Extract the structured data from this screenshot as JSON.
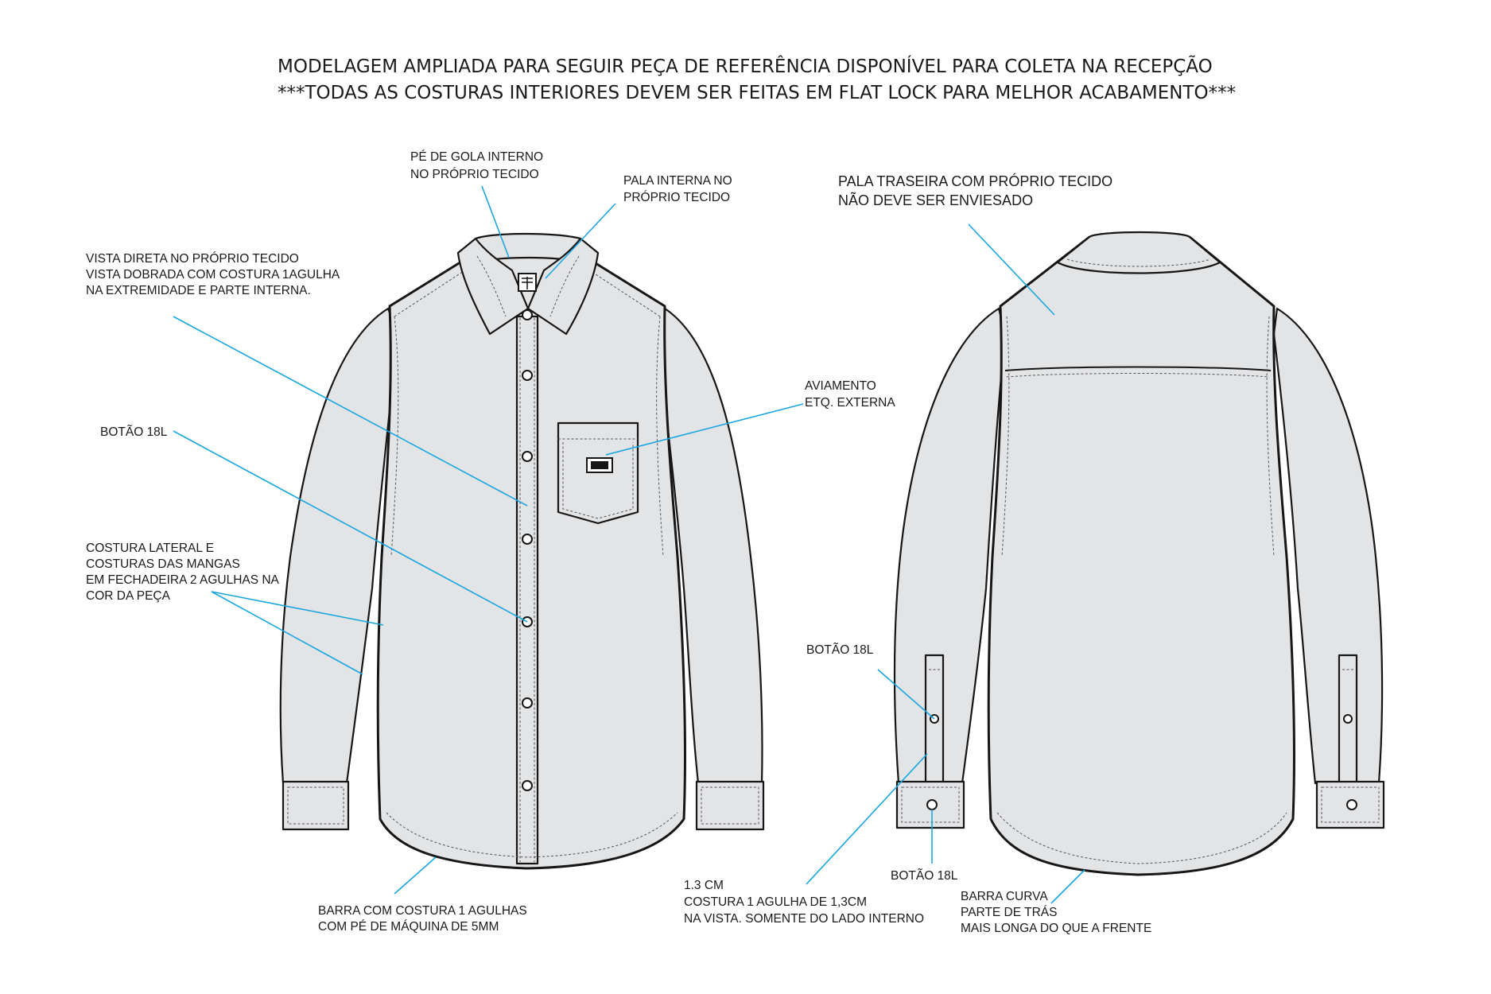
{
  "header": {
    "line1": "MODELAGEM AMPLIADA PARA SEGUIR PEÇA DE REFERÊNCIA DISPONÍVEL PARA COLETA NA RECEPÇÃO",
    "line2": "***TODAS AS COSTURAS INTERIORES DEVEM SER FEITAS EM FLAT LOCK PARA MELHOR ACABAMENTO***"
  },
  "labels": {
    "collar_stand": [
      "PÉ DE GOLA INTERNO",
      "NO PRÓPRIO TECIDO"
    ],
    "inner_yoke": [
      "PALA INTERNA NO",
      "PRÓPRIO TECIDO"
    ],
    "placket": [
      "VISTA DIRETA NO PRÓPRIO TECIDO",
      "VISTA DOBRADA COM COSTURA 1AGULHA",
      "NA EXTREMIDADE E PARTE INTERNA."
    ],
    "trim_label": [
      "AVIAMENTO",
      "ETQ. EXTERNA"
    ],
    "button_front": "BOTÃO 18L",
    "side_seams": [
      "COSTURA LATERAL E",
      "COSTURAS DAS MANGAS",
      "EM FECHADEIRA 2 AGULHAS NA",
      "COR DA PEÇA"
    ],
    "hem": [
      "BARRA COM COSTURA 1 AGULHAS",
      "COM PÉ DE MÁQUINA DE 5MM"
    ],
    "back_yoke": [
      "PALA TRASEIRA COM PRÓPRIO TECIDO",
      "NÃO DEVE SER ENVIESADO"
    ],
    "button_sleeve_placket": "BOTÃO 18L",
    "button_cuff": "BOTÃO 18L",
    "sleeve_placket": [
      "1.3 CM",
      "COSTURA 1 AGULHA DE 1,3CM",
      "NA VISTA. SOMENTE DO LADO INTERNO"
    ],
    "curved_hem": [
      "BARRA CURVA",
      "PARTE DE TRÁS",
      "MAIS LONGA DO QUE A FRENTE"
    ]
  },
  "colors": {
    "garment_fill": "#e3e4e6",
    "outline": "#161616",
    "leader_line": "#1aa6e0"
  },
  "icons": {
    "front_buttons": "round-button-icon",
    "label_patch": "brand-label-icon"
  }
}
